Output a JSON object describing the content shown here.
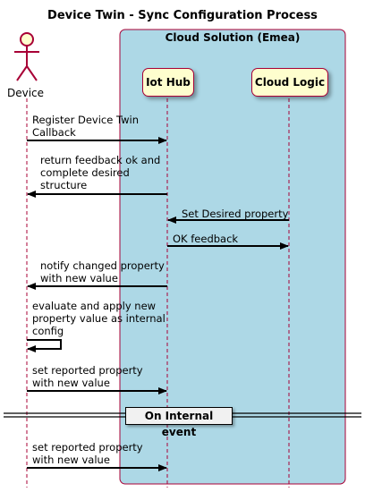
{
  "title": "Device Twin - Sync Configuration Process",
  "box_title": "Cloud Solution (Emea)",
  "participants": {
    "device": "Device",
    "iothub": "Iot Hub",
    "cloudlogic": "Cloud Logic"
  },
  "messages": [
    [
      "Register Device Twin",
      "Callback"
    ],
    [
      "return feedback ok and",
      "complete desired",
      "structure"
    ],
    [
      "Set Desired property"
    ],
    [
      "OK feedback"
    ],
    [
      "notify changed property",
      "with new value"
    ],
    [
      "evaluate and apply new",
      "property value as internal",
      "config"
    ],
    [
      "set reported property",
      "with new value"
    ],
    [
      "set reported property",
      "with new value"
    ]
  ],
  "group_label": "On Internal event",
  "colors": {
    "box_fill": "#add8e6",
    "box_border": "#a80036",
    "participant_fill": "#fefece",
    "lifeline": "#a80036"
  }
}
